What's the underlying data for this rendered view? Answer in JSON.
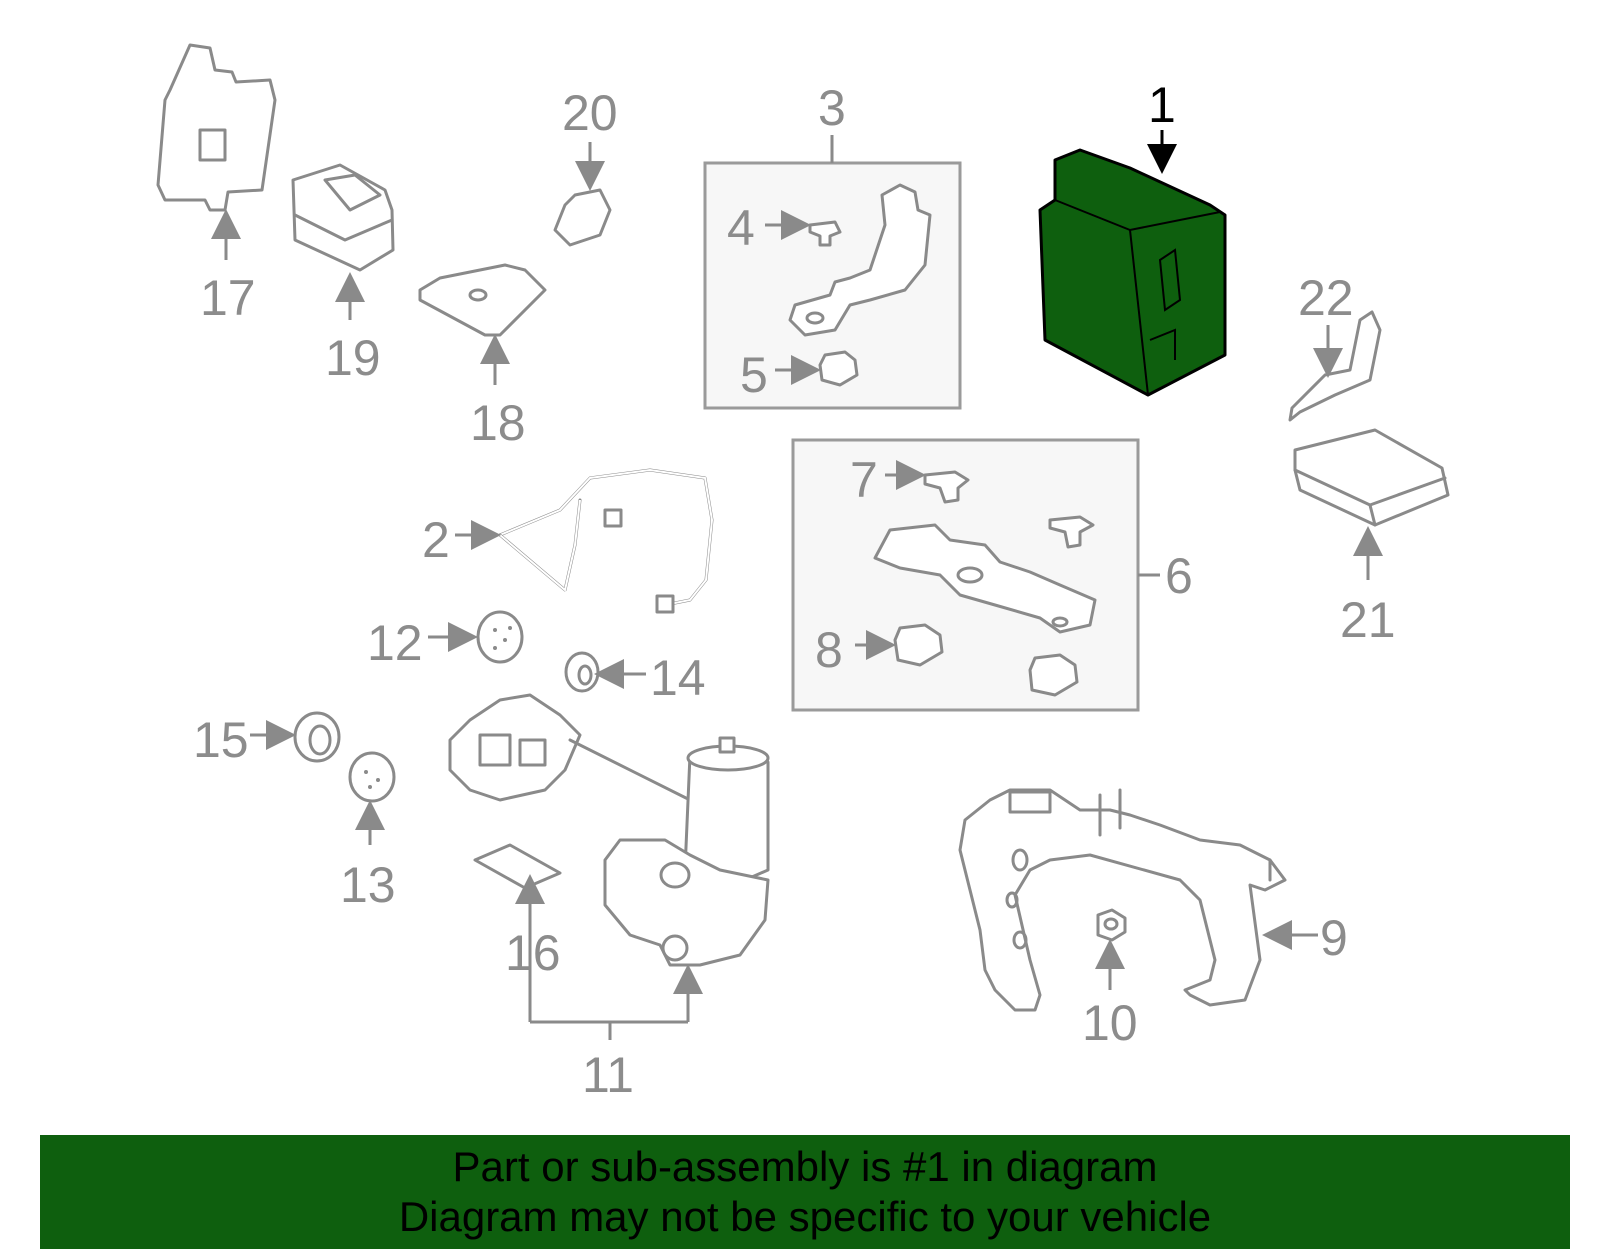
{
  "callouts": {
    "c1": "1",
    "c2": "2",
    "c3": "3",
    "c4": "4",
    "c5": "5",
    "c6": "6",
    "c7": "7",
    "c8": "8",
    "c9": "9",
    "c10": "10",
    "c11": "11",
    "c12": "12",
    "c13": "13",
    "c14": "14",
    "c15": "15",
    "c16": "16",
    "c17": "17",
    "c18": "18",
    "c19": "19",
    "c20": "20",
    "c21": "21",
    "c22": "22"
  },
  "banner": {
    "line1": "Part or sub-assembly is #1 in diagram",
    "line2": "Diagram may not be specific to your vehicle"
  },
  "colors": {
    "highlight": "#0e5f0e",
    "part_stroke": "#8a8a8a",
    "label": "#8c8c8c"
  }
}
